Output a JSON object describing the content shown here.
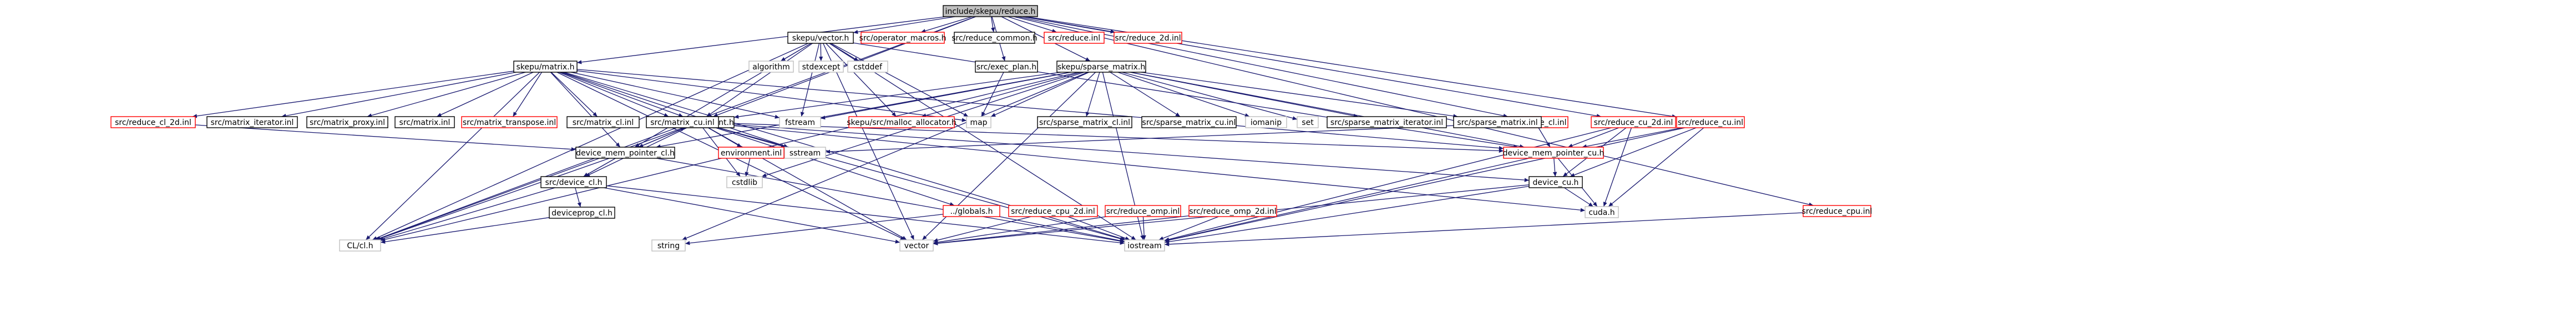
{
  "nodes": [
    {
      "id": "root",
      "label": "include/skepu/reduce.h",
      "kind": "root"
    },
    {
      "id": "vector",
      "label": "skepu/vector.h",
      "kind": "normal"
    },
    {
      "id": "operator_macros",
      "label": "src/operator_macros.h",
      "kind": "red"
    },
    {
      "id": "reduce_common",
      "label": "src/reduce_common.h",
      "kind": "normal"
    },
    {
      "id": "reduce_inl",
      "label": "src/reduce.inl",
      "kind": "red"
    },
    {
      "id": "reduce_2d",
      "label": "src/reduce_2d.inl",
      "kind": "red"
    },
    {
      "id": "sparse_matrix",
      "label": "skepu/sparse_matrix.h",
      "kind": "normal"
    },
    {
      "id": "exec_plan",
      "label": "src/exec_plan.h",
      "kind": "normal"
    },
    {
      "id": "reduce_cl_inl",
      "label": "src/reduce_cl.inl",
      "kind": "red"
    },
    {
      "id": "reduce_cu_2d",
      "label": "src/reduce_cu_2d.inl",
      "kind": "red"
    },
    {
      "id": "reduce_cu",
      "label": "src/reduce_cu.inl",
      "kind": "red"
    },
    {
      "id": "reduce_cpu",
      "label": "src/reduce_cpu.inl",
      "kind": "red"
    },
    {
      "id": "algorithm",
      "label": "algorithm",
      "kind": "ext"
    },
    {
      "id": "stdexcept",
      "label": "stdexcept",
      "kind": "ext"
    },
    {
      "id": "cstddef",
      "label": "cstddef",
      "kind": "ext"
    },
    {
      "id": "matrix",
      "label": "skepu/matrix.h",
      "kind": "normal"
    },
    {
      "id": "environment",
      "label": "src/environment.h",
      "kind": "normal"
    },
    {
      "id": "malloc_alloc",
      "label": "skepu/src/malloc_allocator.h",
      "kind": "red"
    },
    {
      "id": "fstream",
      "label": "fstream",
      "kind": "ext"
    },
    {
      "id": "map",
      "label": "map",
      "kind": "ext"
    },
    {
      "id": "reduce_cl_2d",
      "label": "src/reduce_cl_2d.inl",
      "kind": "red"
    },
    {
      "id": "matrix_iter",
      "label": "src/matrix_iterator.inl",
      "kind": "normal"
    },
    {
      "id": "matrix_proxy",
      "label": "src/matrix_proxy.inl",
      "kind": "normal"
    },
    {
      "id": "matrix_inl",
      "label": "src/matrix.inl",
      "kind": "normal"
    },
    {
      "id": "matrix_transpose",
      "label": "src/matrix_transpose.inl",
      "kind": "red"
    },
    {
      "id": "matrix_cl",
      "label": "src/matrix_cl.inl",
      "kind": "normal"
    },
    {
      "id": "matrix_cu",
      "label": "src/matrix_cu.inl",
      "kind": "normal"
    },
    {
      "id": "sparse_cl",
      "label": "src/sparse_matrix_cl.inl",
      "kind": "normal"
    },
    {
      "id": "sparse_cu",
      "label": "src/sparse_matrix_cu.inl",
      "kind": "normal"
    },
    {
      "id": "iomanip",
      "label": "iomanip",
      "kind": "ext"
    },
    {
      "id": "set",
      "label": "set",
      "kind": "ext"
    },
    {
      "id": "sparse_iter",
      "label": "src/sparse_matrix_iterator.inl",
      "kind": "normal"
    },
    {
      "id": "sparse_inl",
      "label": "src/sparse_matrix.inl",
      "kind": "normal"
    },
    {
      "id": "dmp_cl",
      "label": "device_mem_pointer_cl.h",
      "kind": "normal"
    },
    {
      "id": "sstream",
      "label": "sstream",
      "kind": "ext"
    },
    {
      "id": "environment_inl",
      "label": "environment.inl",
      "kind": "red"
    },
    {
      "id": "dmp_cu",
      "label": "device_mem_pointer_cu.h",
      "kind": "red"
    },
    {
      "id": "cstdlib",
      "label": "cstdlib",
      "kind": "ext"
    },
    {
      "id": "device_cl",
      "label": "src/device_cl.h",
      "kind": "normal"
    },
    {
      "id": "device_cu",
      "label": "device_cu.h",
      "kind": "normal"
    },
    {
      "id": "deviceprop_cl",
      "label": "deviceprop_cl.h",
      "kind": "normal"
    },
    {
      "id": "globals",
      "label": "../globals.h",
      "kind": "red"
    },
    {
      "id": "reduce_cpu_2d",
      "label": "src/reduce_cpu_2d.inl",
      "kind": "red"
    },
    {
      "id": "reduce_omp",
      "label": "src/reduce_omp.inl",
      "kind": "red"
    },
    {
      "id": "reduce_omp_2d",
      "label": "src/reduce_omp_2d.inl",
      "kind": "red"
    },
    {
      "id": "cuda",
      "label": "cuda.h",
      "kind": "ext"
    },
    {
      "id": "clh",
      "label": "CL/cl.h",
      "kind": "ext"
    },
    {
      "id": "string",
      "label": "string",
      "kind": "ext"
    },
    {
      "id": "vectorstd",
      "label": "vector",
      "kind": "ext"
    },
    {
      "id": "iostream",
      "label": "iostream",
      "kind": "ext"
    }
  ],
  "edges": [
    [
      "root",
      "vector"
    ],
    [
      "root",
      "operator_macros"
    ],
    [
      "root",
      "reduce_common"
    ],
    [
      "root",
      "reduce_inl"
    ],
    [
      "root",
      "reduce_2d"
    ],
    [
      "root",
      "sparse_matrix"
    ],
    [
      "root",
      "exec_plan"
    ],
    [
      "root",
      "reduce_cl_inl"
    ],
    [
      "root",
      "reduce_cu_2d"
    ],
    [
      "root",
      "reduce_cu"
    ],
    [
      "root",
      "reduce_cpu"
    ],
    [
      "root",
      "matrix"
    ],
    [
      "root",
      "environment"
    ],
    [
      "root",
      "clh"
    ],
    [
      "vector",
      "algorithm"
    ],
    [
      "vector",
      "stdexcept"
    ],
    [
      "vector",
      "cstddef"
    ],
    [
      "vector",
      "environment"
    ],
    [
      "vector",
      "malloc_alloc"
    ],
    [
      "vector",
      "fstream"
    ],
    [
      "vector",
      "map"
    ],
    [
      "vector",
      "dmp_cl"
    ],
    [
      "vector",
      "dmp_cu"
    ],
    [
      "vector",
      "clh"
    ],
    [
      "vector",
      "vectorstd"
    ],
    [
      "vector",
      "iostream"
    ],
    [
      "exec_plan",
      "map"
    ],
    [
      "matrix",
      "reduce_cl_2d"
    ],
    [
      "matrix",
      "matrix_iter"
    ],
    [
      "matrix",
      "matrix_proxy"
    ],
    [
      "matrix",
      "matrix_inl"
    ],
    [
      "matrix",
      "matrix_transpose"
    ],
    [
      "matrix",
      "matrix_cl"
    ],
    [
      "matrix",
      "matrix_cu"
    ],
    [
      "matrix",
      "fstream"
    ],
    [
      "matrix",
      "map"
    ],
    [
      "matrix",
      "environment"
    ],
    [
      "matrix",
      "dmp_cl"
    ],
    [
      "matrix",
      "dmp_cu"
    ],
    [
      "matrix",
      "sstream"
    ],
    [
      "matrix",
      "clh"
    ],
    [
      "matrix",
      "vectorstd"
    ],
    [
      "matrix",
      "iostream"
    ],
    [
      "sparse_matrix",
      "sparse_cl"
    ],
    [
      "sparse_matrix",
      "sparse_cu"
    ],
    [
      "sparse_matrix",
      "iomanip"
    ],
    [
      "sparse_matrix",
      "set"
    ],
    [
      "sparse_matrix",
      "sparse_iter"
    ],
    [
      "sparse_matrix",
      "sparse_inl"
    ],
    [
      "sparse_matrix",
      "fstream"
    ],
    [
      "sparse_matrix",
      "map"
    ],
    [
      "sparse_matrix",
      "environment"
    ],
    [
      "sparse_matrix",
      "malloc_alloc"
    ],
    [
      "sparse_matrix",
      "dmp_cl"
    ],
    [
      "sparse_matrix",
      "dmp_cu"
    ],
    [
      "sparse_matrix",
      "cstdlib"
    ],
    [
      "sparse_matrix",
      "clh"
    ],
    [
      "sparse_matrix",
      "string"
    ],
    [
      "sparse_matrix",
      "vectorstd"
    ],
    [
      "sparse_matrix",
      "iostream"
    ],
    [
      "reduce_cl_2d",
      "dmp_cl"
    ],
    [
      "environment",
      "environment_inl"
    ],
    [
      "environment",
      "sstream"
    ],
    [
      "environment",
      "dmp_cl"
    ],
    [
      "environment",
      "dmp_cu"
    ],
    [
      "environment",
      "cstdlib"
    ],
    [
      "environment",
      "device_cl"
    ],
    [
      "environment",
      "device_cu"
    ],
    [
      "environment",
      "globals"
    ],
    [
      "environment",
      "vectorstd"
    ],
    [
      "environment",
      "iostream"
    ],
    [
      "environment",
      "clh"
    ],
    [
      "environment",
      "cuda"
    ],
    [
      "environment_inl",
      "cstdlib"
    ],
    [
      "dmp_cl",
      "environment"
    ],
    [
      "dmp_cl",
      "device_cl"
    ],
    [
      "dmp_cl",
      "clh"
    ],
    [
      "dmp_cl",
      "iostream"
    ],
    [
      "reduce_cl_inl",
      "sstream"
    ],
    [
      "reduce_cl_inl",
      "dmp_cu"
    ],
    [
      "reduce_cu_2d",
      "dmp_cu"
    ],
    [
      "reduce_cu_2d",
      "device_cu"
    ],
    [
      "reduce_cu_2d",
      "cuda"
    ],
    [
      "reduce_cu_2d",
      "iostream"
    ],
    [
      "reduce_cu",
      "dmp_cu"
    ],
    [
      "reduce_cu",
      "device_cu"
    ],
    [
      "reduce_cu",
      "cuda"
    ],
    [
      "reduce_cu",
      "iostream"
    ],
    [
      "reduce_cpu",
      "iostream"
    ],
    [
      "dmp_cu",
      "device_cu"
    ],
    [
      "dmp_cu",
      "cuda"
    ],
    [
      "dmp_cu",
      "iostream"
    ],
    [
      "device_cu",
      "cuda"
    ],
    [
      "device_cu",
      "iostream"
    ],
    [
      "device_cu",
      "vectorstd"
    ],
    [
      "device_cl",
      "deviceprop_cl"
    ],
    [
      "device_cl",
      "clh"
    ],
    [
      "device_cl",
      "vectorstd"
    ],
    [
      "device_cl",
      "iostream"
    ],
    [
      "deviceprop_cl",
      "clh"
    ],
    [
      "globals",
      "string"
    ],
    [
      "globals",
      "iostream"
    ],
    [
      "reduce_cpu_2d",
      "vectorstd"
    ],
    [
      "reduce_cpu_2d",
      "iostream"
    ],
    [
      "reduce_omp",
      "vectorstd"
    ],
    [
      "reduce_omp",
      "iostream"
    ],
    [
      "reduce_omp_2d",
      "vectorstd"
    ],
    [
      "reduce_omp_2d",
      "iostream"
    ]
  ]
}
